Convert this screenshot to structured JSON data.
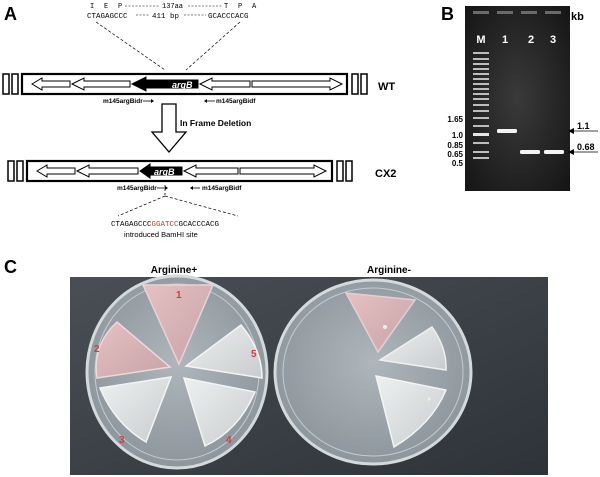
{
  "panel_a": {
    "label": "A",
    "aa_letters": [
      "I",
      "E",
      "P",
      "T",
      "P",
      "A"
    ],
    "aa_gap": "137aa",
    "seq_left": "CTAGAGCCC",
    "bp_gap": "411 bp",
    "seq_right": "GCACCCACG",
    "gene": "argB",
    "wt_label": "WT",
    "primer_r": "m145argBidr",
    "primer_f": "m145argBidf",
    "arrow_text": "In Frame Deletion",
    "cx2_label": "CX2",
    "seq2_left": "CTAGAGCCC",
    "seq2_site": "GGATCC",
    "seq2_right": "GCACCCACG",
    "site_note": "introduced BamHI site",
    "colors": {
      "bamhi_site": "#c0392b"
    }
  },
  "panel_b": {
    "label": "B",
    "unit": "kb",
    "lanes": [
      "M",
      "1",
      "2",
      "3"
    ],
    "marker_sizes": [
      "1.65",
      "1.0",
      "0.85",
      "0.65",
      "0.5"
    ],
    "band_sizes": [
      "1.1",
      "0.68"
    ]
  },
  "panel_c": {
    "label": "C",
    "plate_left_title": "Arginine+",
    "plate_right_title": "Arginine-",
    "sector_numbers": [
      "1",
      "2",
      "3",
      "4",
      "5"
    ],
    "colors": {
      "number": "#d93a3a"
    }
  }
}
